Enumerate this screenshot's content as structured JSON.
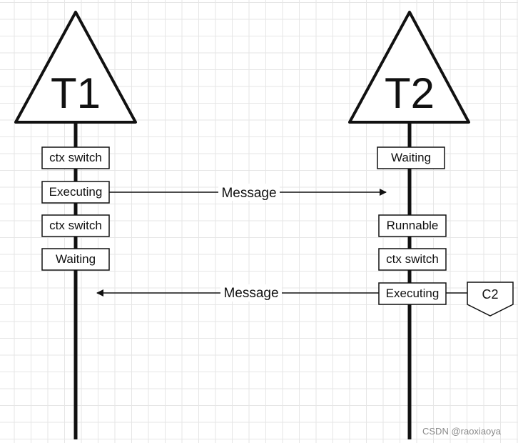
{
  "threads": [
    {
      "label": "T1",
      "states": [
        "ctx switch",
        "Executing",
        "ctx switch",
        "Waiting"
      ]
    },
    {
      "label": "T2",
      "states": [
        "Waiting",
        "Runnable",
        "ctx switch",
        "Executing"
      ]
    }
  ],
  "messages": [
    {
      "label": "Message",
      "from": "T1",
      "to": "T2"
    },
    {
      "label": "Message",
      "from": "T2",
      "to": "T1"
    }
  ],
  "annotation": {
    "label": "C2"
  },
  "watermark": "CSDN @raoxiaoya"
}
